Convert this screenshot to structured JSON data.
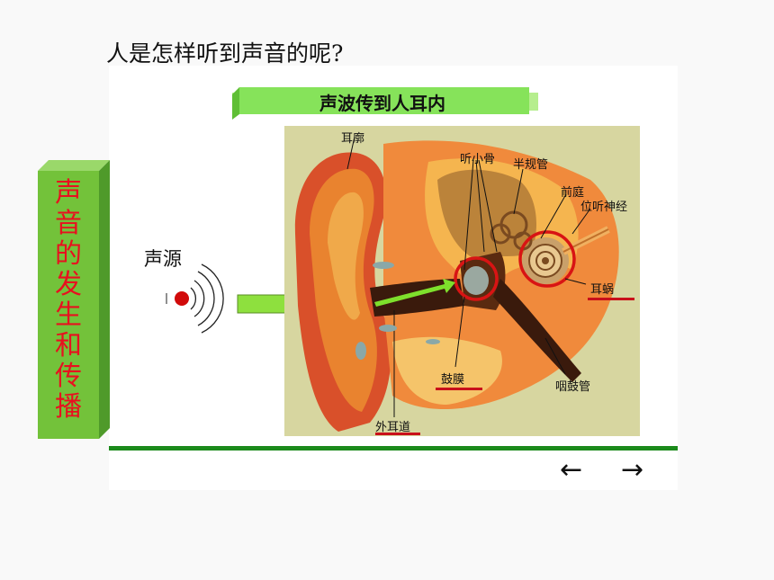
{
  "question": "人是怎样听到声音的呢?",
  "side_title": "声音的发生和传播",
  "banner": "声波传到人耳内",
  "source": "声源",
  "labels": {
    "pinna": "耳廓",
    "ossicles": "听小骨",
    "canals": "半规管",
    "vestibule": "前庭",
    "nerve": "位听神经",
    "cochlea": "耳蜗",
    "eardrum": "鼓膜",
    "eustachian": "咽鼓管",
    "canal": "外耳道"
  },
  "nav": {
    "prev": "←",
    "next": "→"
  },
  "colors": {
    "side_box": "#73c23a",
    "banner": "#86e35a",
    "accent_red": "#c9101a",
    "rule": "#1b8a1b"
  }
}
